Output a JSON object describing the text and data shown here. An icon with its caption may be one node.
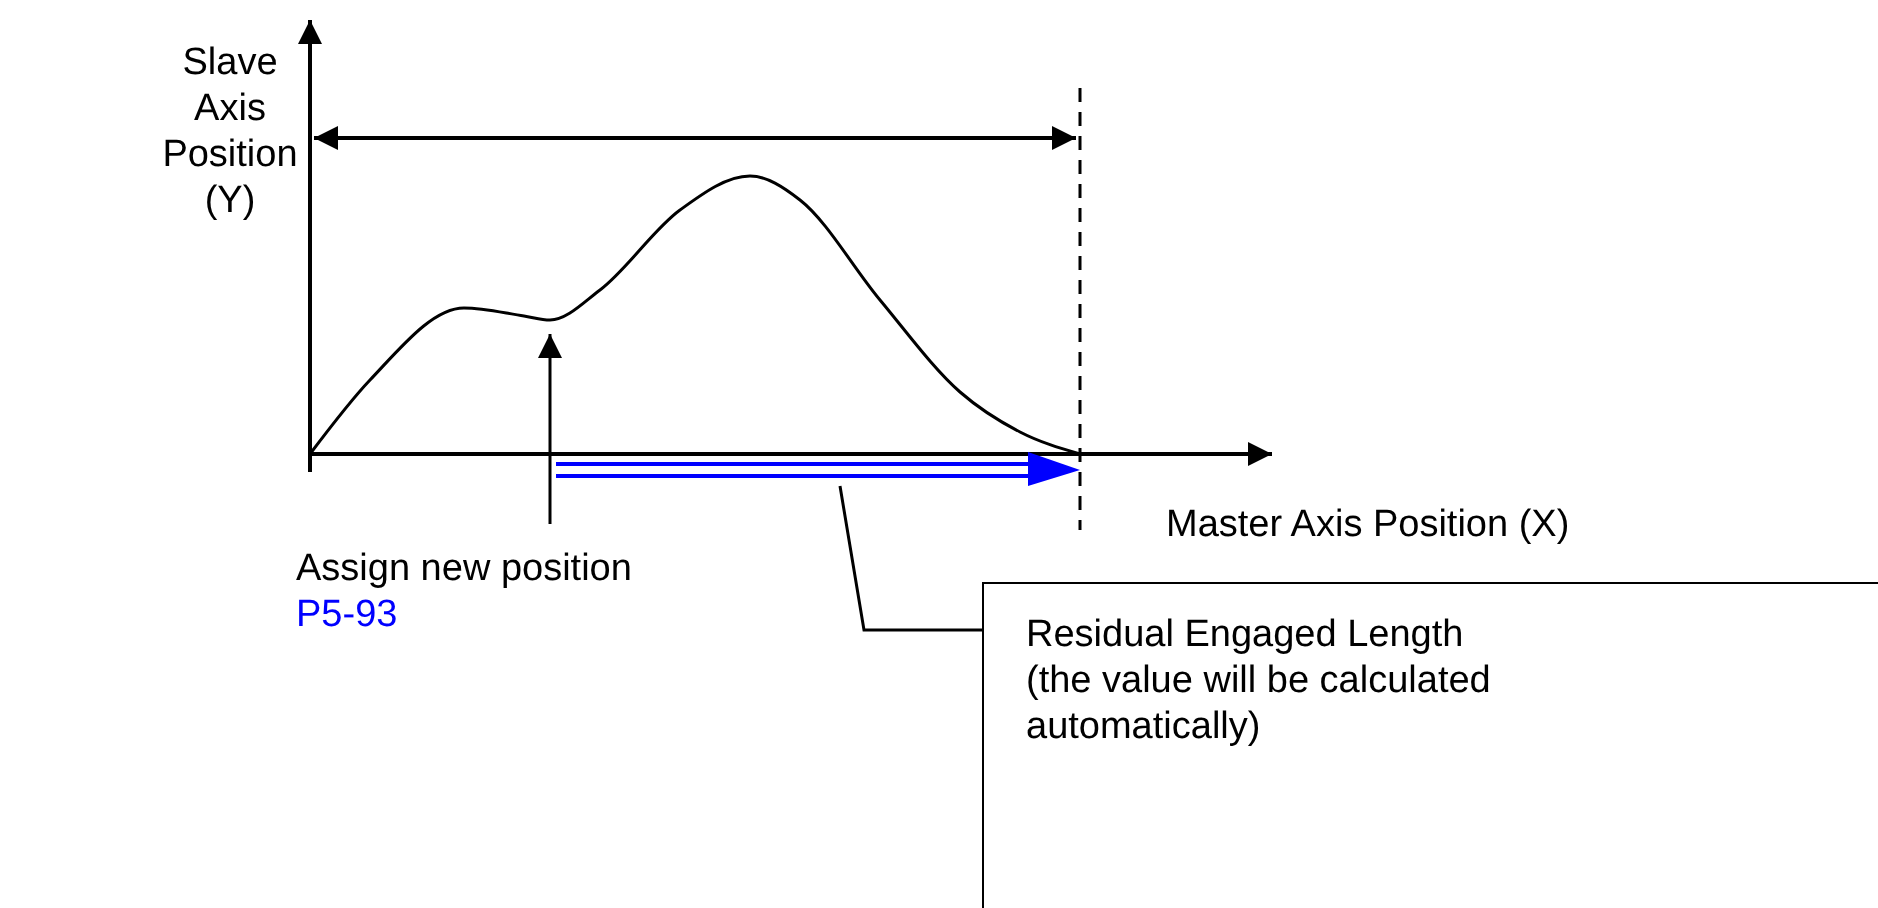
{
  "diagram": {
    "nodes": [
      {
        "text": [
          "Residual Engaged Length (the value will be calculated automatically)"
        ]
      },
      {
        "text": [],
        "shape": "arrow"
      },
      {
        "text": [
          "Assign new position",
          "P5-93"
        ]
      },
      {
        "text": [],
        "shape": "curve"
      }
    ],
    "edges": [
      {
        "from": 0,
        "to": 1,
        "arrow": "none"
      },
      {
        "from": 2,
        "to": 3,
        "arrow": "to"
      }
    ],
    "labels": [
      "Slave Axis Position (Y)",
      "Master Axis Position (X)"
    ]
  }
}
